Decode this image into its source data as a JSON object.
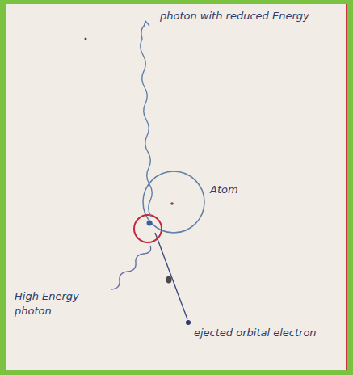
{
  "diagram": {
    "labels": [
      "photon with reduced Energy",
      "Atom",
      "High Energy photon",
      "ejected orbital electron"
    ]
  }
}
